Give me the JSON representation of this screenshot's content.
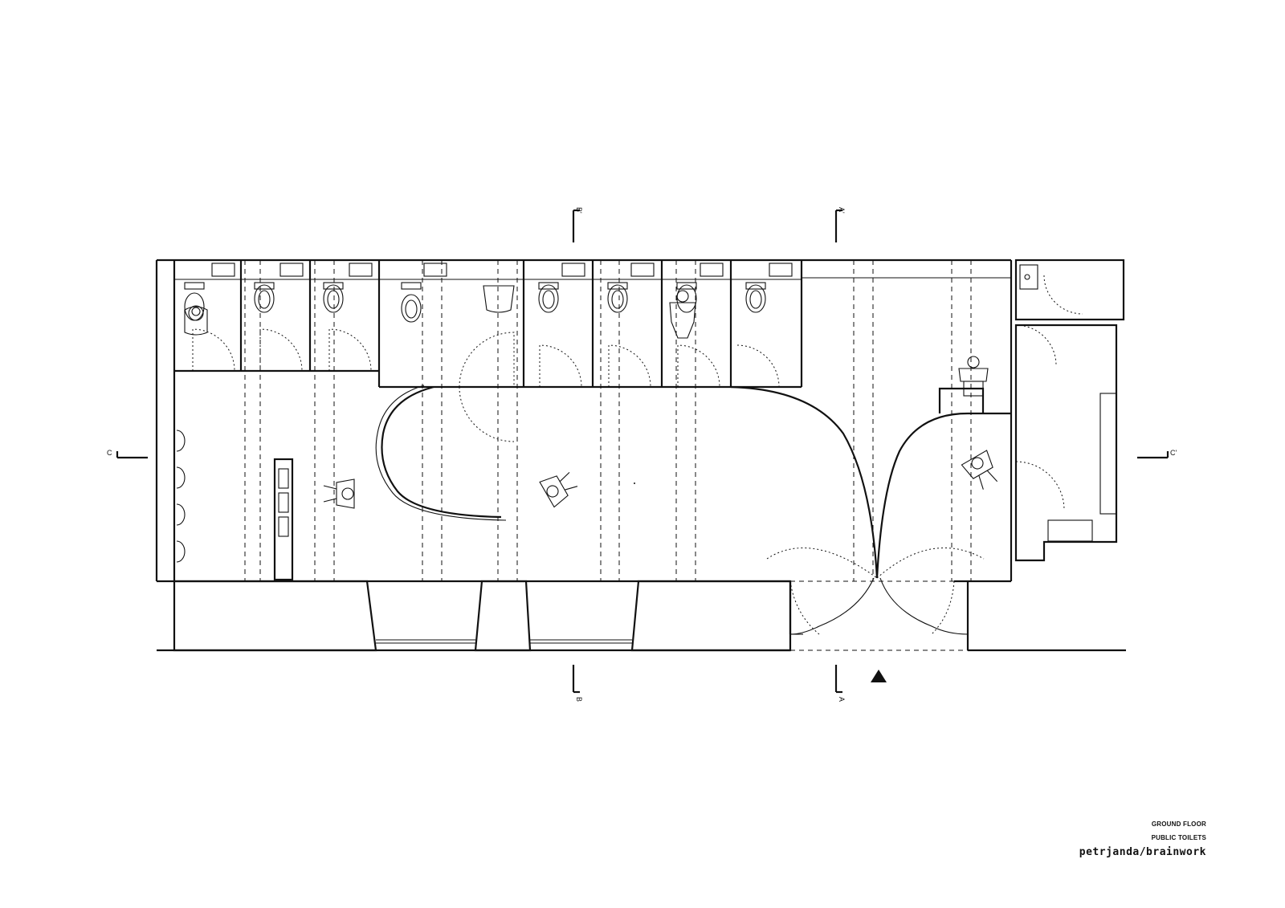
{
  "title_block": {
    "line1": "GROUND FLOOR",
    "line2": "PUBLIC TOILETS",
    "brand": "petrjanda/brainwork"
  },
  "section_markers": {
    "a_top": "A'",
    "a_bottom": "A",
    "b_top": "B'",
    "b_bottom": "B",
    "c_left": "C",
    "c_right": "C'"
  },
  "icons": {
    "entrance": "entrance-arrow-icon",
    "toilet": "toilet-icon",
    "washbasin": "washbasin-icon",
    "person": "person-icon",
    "urinal": "urinal-icon"
  }
}
